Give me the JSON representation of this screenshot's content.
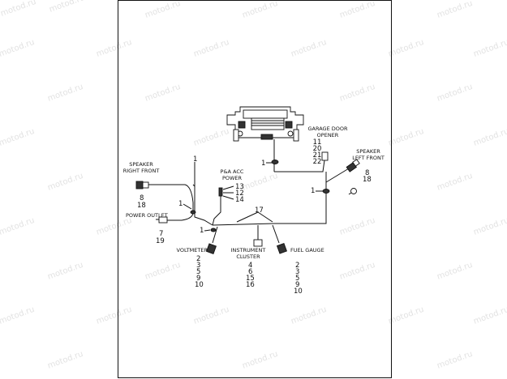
{
  "watermark": "motod.ru",
  "labels": {
    "garage_door_opener": [
      "GARAGE DOOR",
      "OPENER"
    ],
    "speaker_left_front": [
      "SPEAKER",
      "LEFT FRONT"
    ],
    "speaker_right_front": [
      "SPEAKER",
      "RIGHT FRONT"
    ],
    "pa_acc_power": [
      "P&A ACC",
      "POWER"
    ],
    "power_outlet": "POWER OUTLET",
    "voltmeter": "VOLTMETER",
    "instrument_cluster": [
      "INSTRUMENT",
      "CLUSTER"
    ],
    "fuel_gauge": "FUEL GAUGE"
  },
  "callouts": {
    "garage_door_opener": [
      "11",
      "20",
      "21",
      "22"
    ],
    "speaker_left_front": [
      "8",
      "18"
    ],
    "speaker_right_front": [
      "8",
      "18"
    ],
    "pa_acc_power": [
      "13",
      "12",
      "14"
    ],
    "power_outlet": [
      "7",
      "19"
    ],
    "voltmeter": [
      "2",
      "3",
      "5",
      "9",
      "10"
    ],
    "instrument_cluster": [
      "4",
      "6",
      "15",
      "16"
    ],
    "fuel_gauge": [
      "2",
      "3",
      "5",
      "9",
      "10"
    ],
    "harness_main_a": "1",
    "harness_main_b": "1",
    "harness_main_c": "1",
    "harness_main_d": "1",
    "harness_main_e": "1",
    "harness_branch": "17"
  }
}
